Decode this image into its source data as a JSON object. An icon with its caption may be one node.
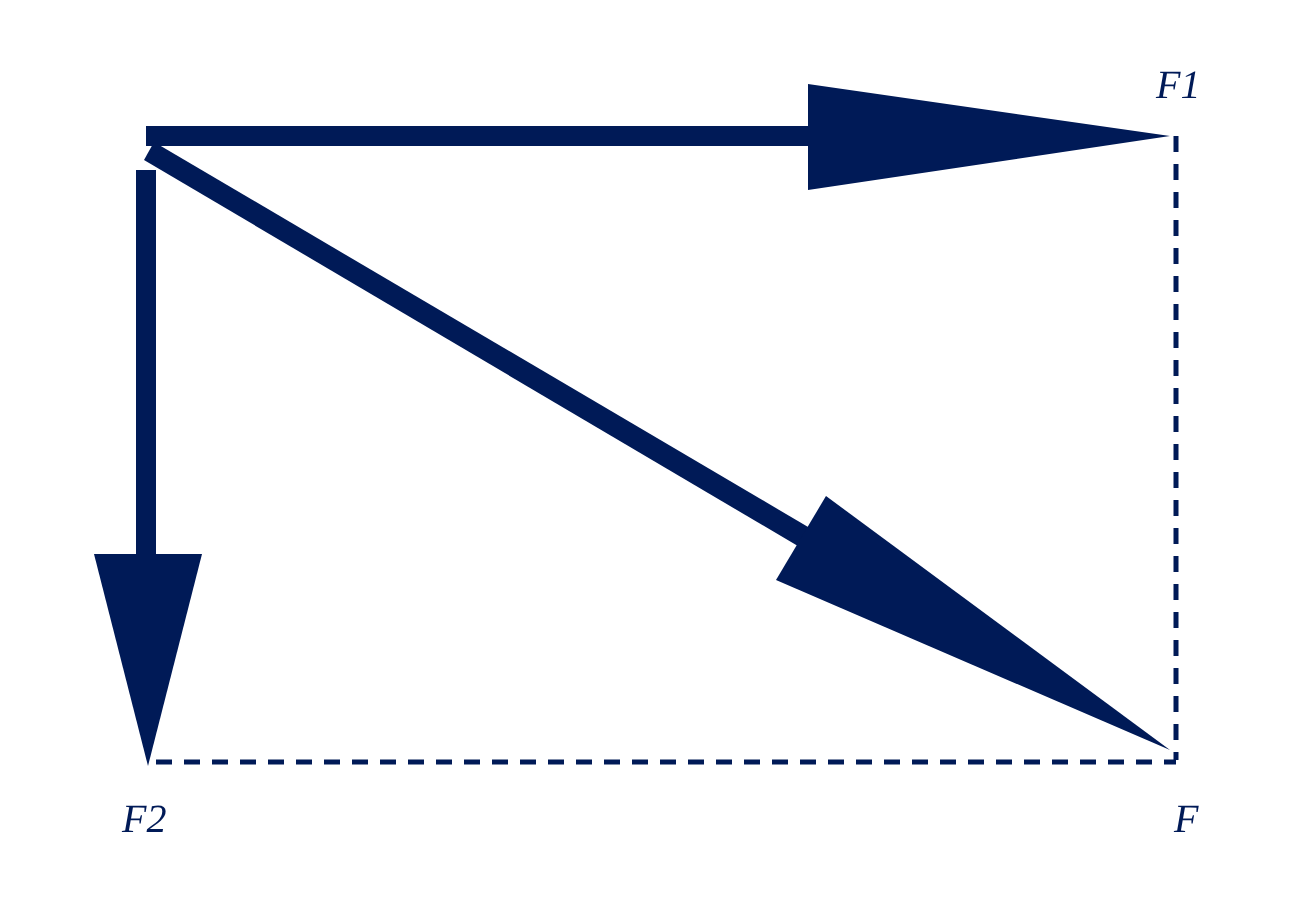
{
  "diagram": {
    "labels": [
      "F1",
      "F2",
      "F"
    ]
  }
}
